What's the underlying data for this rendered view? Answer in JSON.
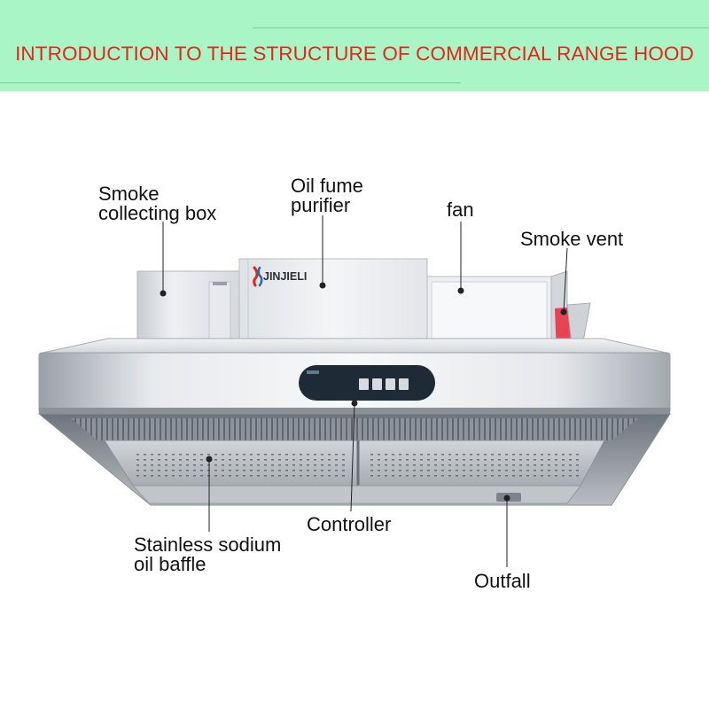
{
  "header": {
    "title": "INTRODUCTION TO THE STRUCTURE OF COMMERCIAL RANGE HOOD"
  },
  "product": {
    "brand": "JINJIELI"
  },
  "labels": {
    "smoke_collecting_box": [
      "Smoke",
      "collecting box"
    ],
    "oil_fume_purifier": [
      "Oil fume",
      "purifier"
    ],
    "fan": "fan",
    "smoke_vent": "Smoke vent",
    "controller": "Controller",
    "baffle": [
      "Stainless sodium",
      "oil baffle"
    ],
    "outfall": "Outfall"
  },
  "colors": {
    "banner": "#a9f5c6",
    "title": "#e8241c",
    "vent_accent": "#e8364a",
    "controller_panel": "#1e2a36"
  }
}
